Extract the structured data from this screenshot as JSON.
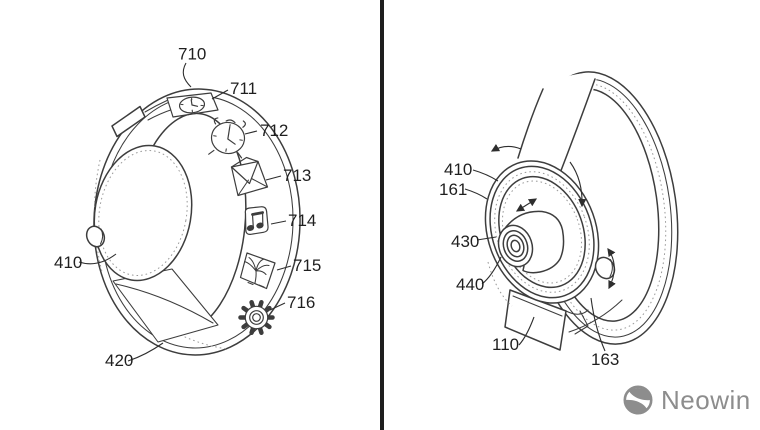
{
  "page": {
    "background": "#ffffff",
    "divider_color": "#1e1e1e",
    "line_color": "#3d3d3d"
  },
  "figure_left": {
    "description": "patent drawing of smartwatch with flexible band showing app icons",
    "labels": {
      "band_end": "710",
      "clock": "711",
      "alarm": "712",
      "mail": "713",
      "music": "714",
      "photo": "715",
      "gear": "716",
      "watch_face": "410",
      "strap": "420"
    },
    "icons": [
      "clock-icon",
      "alarm-clock-icon",
      "mail-icon",
      "music-note-icon",
      "photo-icon",
      "gear-icon"
    ]
  },
  "figure_right": {
    "description": "patent drawing of smartwatch with rotatable bezel, camera barrel and crown",
    "labels": {
      "face": "410",
      "bezel": "161",
      "camera": "430",
      "lens_ring": "440",
      "strap": "110",
      "crown": "163"
    }
  },
  "watermark": {
    "brand": "Neowin",
    "color": "#8d8d8d"
  }
}
